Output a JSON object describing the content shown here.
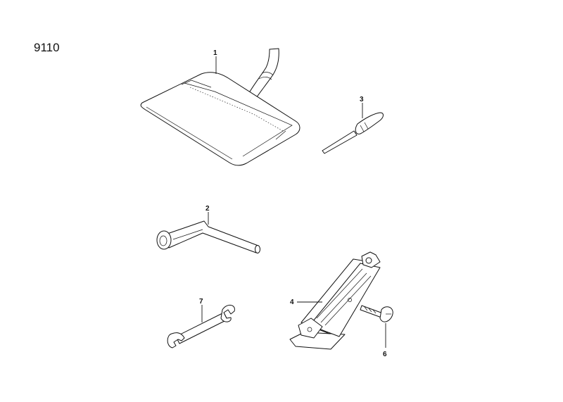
{
  "page": {
    "code": "9110"
  },
  "callouts": [
    {
      "id": "1"
    },
    {
      "id": "2"
    },
    {
      "id": "3"
    },
    {
      "id": "4"
    },
    {
      "id": "6"
    },
    {
      "id": "7"
    }
  ]
}
